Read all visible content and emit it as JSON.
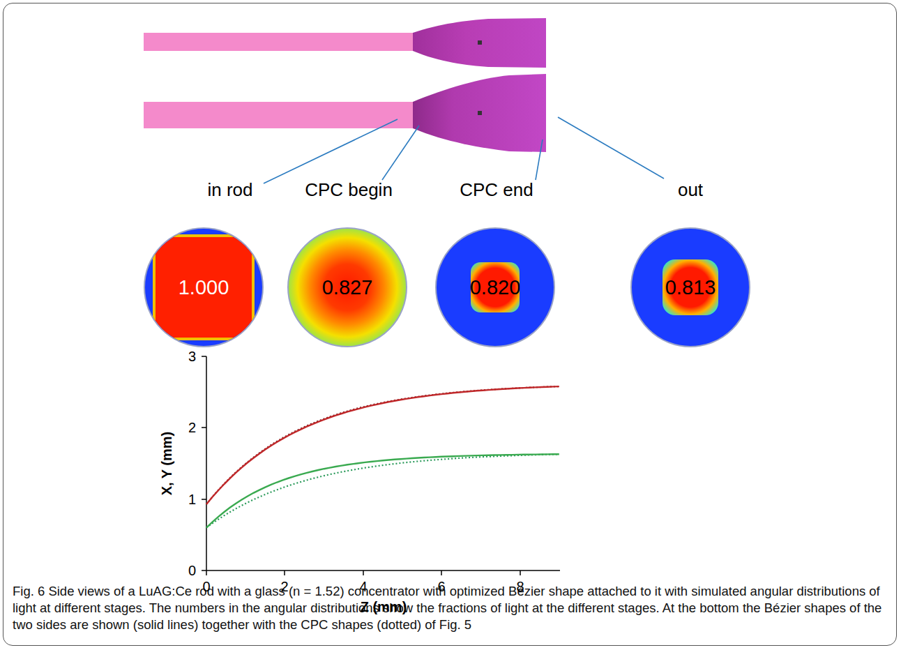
{
  "diagram": {
    "caption": "Fig. 6 Side views of a LuAG:Ce rod with a glass (n = 1.52) concentrator with optimized Bézier shape attached to it with simulated angular distributions of light at different stages. The numbers in the angular distributions show the fractions of light at the different stages. At the bottom the Bézier shapes of the two sides are shown (solid lines) together with the CPC shapes (dotted) of Fig. 5",
    "nodes": [
      {
        "text": [
          "1.000"
        ]
      },
      {
        "text": [
          "0.827"
        ]
      },
      {
        "text": [
          "0.820"
        ]
      },
      {
        "text": [
          "0.813"
        ]
      }
    ],
    "labels": [
      "in rod",
      "CPC begin",
      "CPC end",
      "out",
      "3",
      "2",
      "1",
      "0",
      "0",
      "2",
      "4",
      "6",
      "8",
      "X, Y (mm)",
      "Z (mm)"
    ]
  }
}
